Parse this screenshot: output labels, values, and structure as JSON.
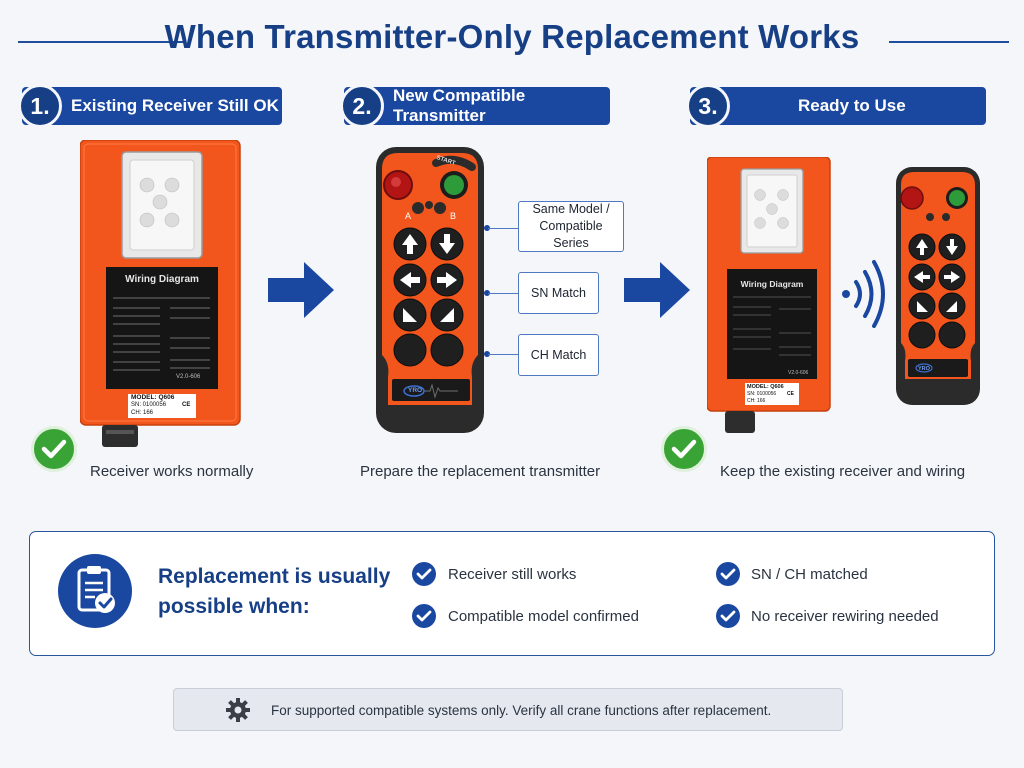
{
  "title": "When Transmitter-Only Replacement Works",
  "steps": [
    {
      "number": "1.",
      "label": "Existing Receiver Still OK",
      "caption": "Receiver works normally"
    },
    {
      "number": "2.",
      "label": "New Compatible Transmitter",
      "caption": "Prepare the replacement transmitter"
    },
    {
      "number": "3.",
      "label": "Ready to Use",
      "caption": "Keep the existing receiver and wiring"
    }
  ],
  "receiver": {
    "label_title": "Wiring Diagram",
    "version": "V2.0-606",
    "model_line": "MODEL: Q606",
    "sn_line": "SN: 0100056",
    "ch_line": "CH: 166",
    "ce_mark": "CE"
  },
  "transmitter": {
    "top_label": "START",
    "button_a": "A",
    "button_b": "B",
    "brand": "YRO"
  },
  "callouts": [
    "Same Model / Compatible Series",
    "SN Match",
    "CH Match"
  ],
  "conditions": {
    "heading": "Replacement is usually possible when:",
    "items": [
      "Receiver still works",
      "Compatible model confirmed",
      "SN / CH matched",
      "No receiver rewiring needed"
    ]
  },
  "footer_note": "For supported compatible systems only. Verify all crane functions after replacement.",
  "icons": {
    "check": "check-circle-icon",
    "arrow": "arrow-right-icon",
    "signal": "wireless-signal-icon",
    "clipboard": "clipboard-check-icon",
    "gear": "gear-icon"
  },
  "colors": {
    "brand_blue": "#1a47a0",
    "title_blue": "#173f86",
    "device_orange": "#f2561d",
    "ok_green": "#3aa335"
  }
}
